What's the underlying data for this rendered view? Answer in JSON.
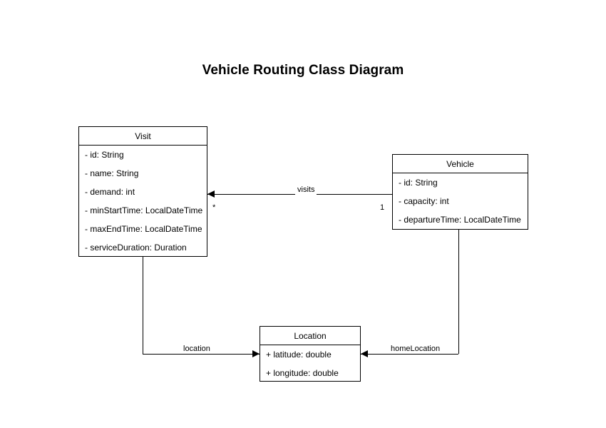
{
  "diagram": {
    "title": "Vehicle Routing Class Diagram",
    "background_color": "#ffffff",
    "line_color": "#000000",
    "text_color": "#000000"
  },
  "classes": [
    {
      "name": "Visit",
      "attributes": [
        "- id: String",
        "- name: String",
        "- demand: int",
        "- minStartTime: LocalDateTime",
        "- maxEndTime: LocalDateTime",
        "- serviceDuration: Duration"
      ]
    },
    {
      "name": "Vehicle",
      "attributes": [
        "- id: String",
        "- capacity: int",
        "- departureTime: LocalDateTime"
      ]
    },
    {
      "name": "Location",
      "attributes": [
        "+ latitude: double",
        "+ longitude: double"
      ]
    }
  ],
  "relationships": [
    {
      "label": "visits",
      "source": "Vehicle",
      "target": "Visit",
      "source_multiplicity": "1",
      "target_multiplicity": "*",
      "arrow": "solid-filled-triangle",
      "direction": "left"
    },
    {
      "label": "location",
      "source": "Visit",
      "target": "Location",
      "arrow": "solid-filled-triangle",
      "direction": "right"
    },
    {
      "label": "homeLocation",
      "source": "Vehicle",
      "target": "Location",
      "arrow": "solid-filled-triangle",
      "direction": "left"
    }
  ]
}
